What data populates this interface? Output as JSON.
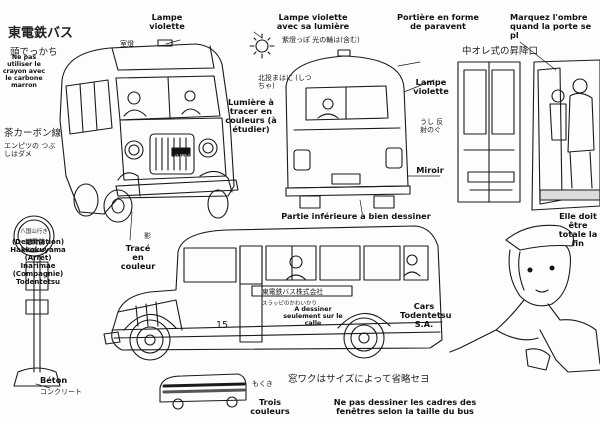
{
  "title_jp": "東電鉄バス",
  "subtitle_jp": "頭でっかち",
  "labels": {
    "lampe_violette_top": "Lampe violette",
    "lampe_violette_lumiere": "Lampe violette avec sa lumière",
    "portiere": "Portière en forme de paravent",
    "marquez": "Marquez l'ombre quand la porte se pl",
    "ne_pas_utiliser": "Ne pas utiliser le crayon avec le carbone marron",
    "lumiere_tracer": "Lumière à tracer en couleurs (à étudier)",
    "lampe_violette_right": "Lampe violette",
    "miroir": "Miroir",
    "partie_inferieure": "Partie inférieure à bien dessiner",
    "elle_doit": "Elle doit être totale la fin",
    "destination": "(Destination) Hakkokuyama (Arrêt) Inarimae (Compagnie) Todentetsu",
    "trace_couleur": "Tracé en couleur",
    "a_dessiner": "A dessiner seulement sur le calle",
    "cars_todentetsu": "Cars Todentetsu S.A.",
    "beton": "Béton",
    "trois_couleurs": "Trois couleurs",
    "ne_pas_dessiner": "Ne pas dessiner les cadres des fenêtres selon la taille du bus"
  },
  "notes_jp": {
    "carbon_note": "茶カーボン線",
    "pencil_note": "エンピツの つぶしはダメ",
    "lamp_note_top": "室燈",
    "lamp_note_mid": "紫燈っぽ 光の輪は(含む)",
    "lamp_note_left": "北投まはに (しつちゃ)",
    "door_note": "中オレ式の昇降口",
    "mirror_note": "うし 反射のぐ",
    "side_sign": "東電鉄バス株式会社",
    "side_sign_small": "スラッピのかわいかり",
    "window_note": "窓ワクはサイズによって省略セヨ",
    "concrete": "コンクリート",
    "kage": "影",
    "mokume": "もくき",
    "stop_sign_title": "八国山行き",
    "stop_sign_stop": "稲荷前",
    "stop_sign_company": "東電鉄バス",
    "destination_plate": "八国山",
    "route_number": "15"
  }
}
